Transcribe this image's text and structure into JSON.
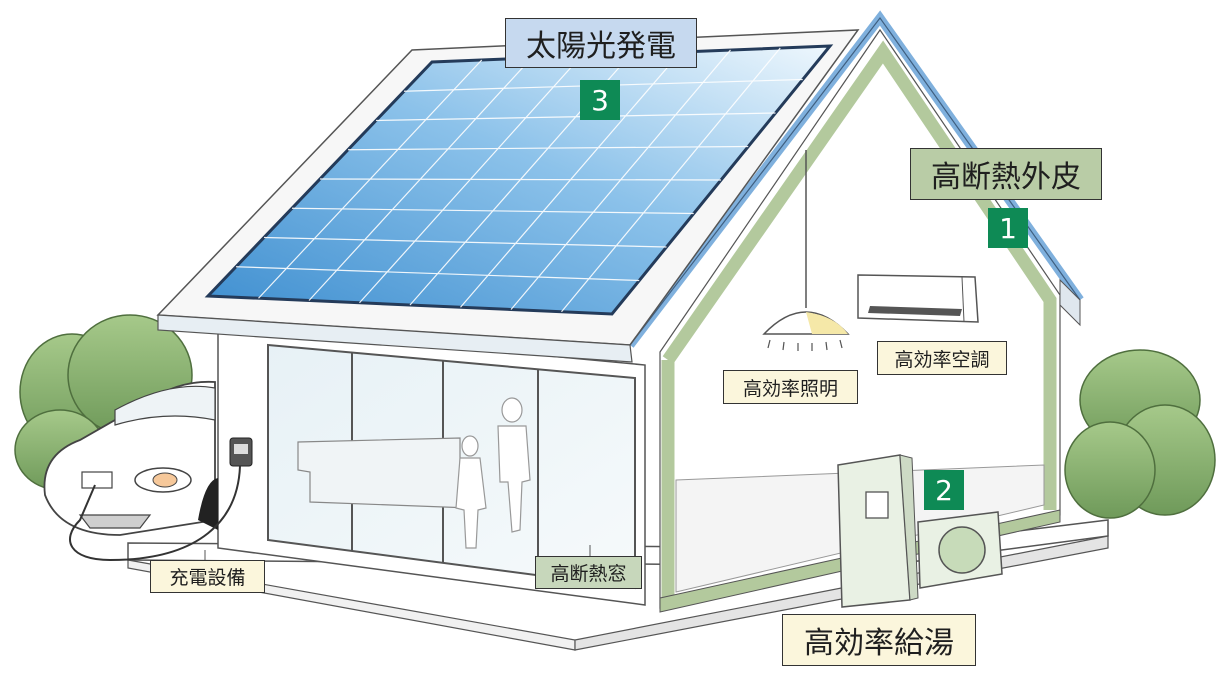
{
  "labels": {
    "solar": "太陽光発電",
    "insulation": "高断熱外皮",
    "aircon": "高効率空調",
    "lighting": "高効率照明",
    "charging": "充電設備",
    "window": "高断熱窓",
    "water_heater": "高効率給湯"
  },
  "badges": {
    "solar": "3",
    "insulation": "1",
    "water_heater": "2"
  },
  "colors": {
    "label_solar_bg": "#c6d9ef",
    "label_insulation_bg": "#b9cca6",
    "label_window_bg": "#c7d7bb",
    "label_device_bg": "#fbf6dc",
    "badge_bg": "#0e8a55",
    "solar_panel": "#6aaedc",
    "wall_outline": "#b3c99d",
    "roof_edge": "#7fb0dd",
    "tree": "#7da364"
  }
}
